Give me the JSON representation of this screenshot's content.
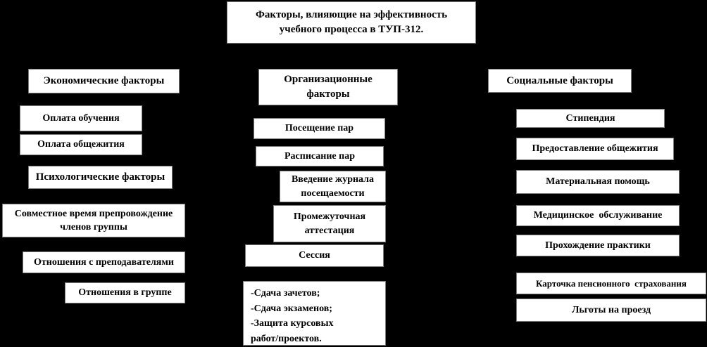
{
  "title": "Факторы, влияющие на эффективность\nучебного процесса в ТУП-312.",
  "colors": {
    "background": "#000000",
    "box_fill": "#ffffff",
    "box_border": "#7d7d7d",
    "text": "#000000"
  },
  "economic": {
    "header": "Экономические факторы",
    "items": [
      "Оплата обучения",
      "Оплата общежития"
    ]
  },
  "psychological": {
    "header": "Психологические факторы",
    "items": [
      "Совместное время препровождение\nчленов группы",
      "Отношения с преподавателями",
      "Отношения в группе"
    ]
  },
  "organizational": {
    "header": "Организационные\nфакторы",
    "items": [
      "Посещение пар",
      "Расписание пар",
      "Введение журнала\nпосещаемости",
      "Промежуточная\nаттестация",
      "Сессия",
      "-Сдача зачетов;\n-Сдача экзаменов;\n-Защита курсовых\nработ/проектов."
    ]
  },
  "social": {
    "header": "Социальные факторы",
    "items": [
      "Стипендия",
      "Предоставление общежития",
      "Материальная помощь",
      "Медицинское  обслуживание",
      "Прохождение практики",
      "Карточка пенсионного  страхования",
      "Льготы на проезд"
    ]
  }
}
